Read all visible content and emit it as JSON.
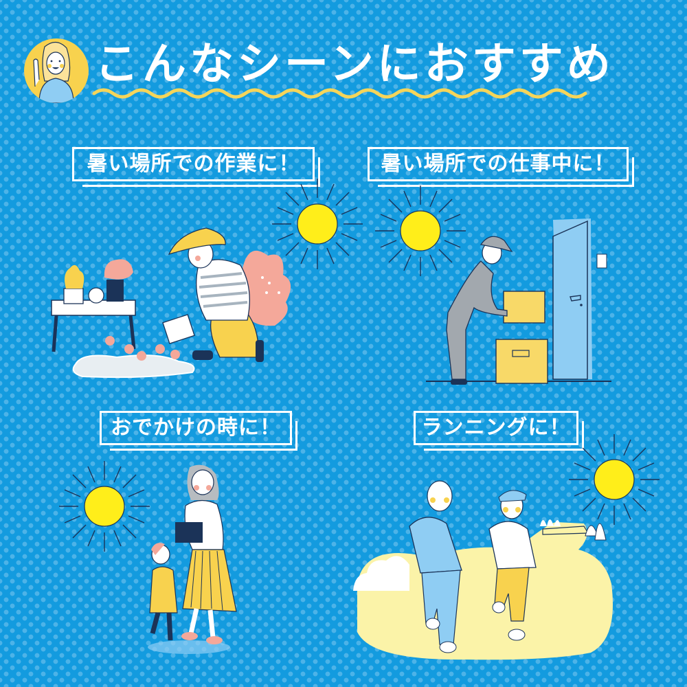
{
  "header": {
    "title": "こんなシーンにおすすめ",
    "avatar_icon": "pointing-woman-avatar-icon",
    "underline": "wavy-underline"
  },
  "colors": {
    "background": "#139bdf",
    "background_dots": "#4db3e8",
    "title_text": "#ffffff",
    "wavy_underline": "#f5d55a",
    "avatar_circle": "#f8d24e",
    "sun": "#ffee1a",
    "outline": "#1b3358",
    "path_yellow": "#fbf3a8",
    "door_blue": "#8fcdf3"
  },
  "scenes": [
    {
      "id": "gardening",
      "label": "暑い場所での作業に！",
      "illustration": "gardening-man-with-watering-can",
      "icon": "sun-icon"
    },
    {
      "id": "delivery",
      "label": "暑い場所での仕事中に！",
      "illustration": "delivery-worker-with-boxes",
      "icon": "sun-icon"
    },
    {
      "id": "outing",
      "label": "おでかけの時に！",
      "illustration": "mother-and-child-walking",
      "icon": "sun-icon"
    },
    {
      "id": "running",
      "label": "ランニングに！",
      "illustration": "couple-jogging",
      "icon": "sun-icon"
    }
  ]
}
